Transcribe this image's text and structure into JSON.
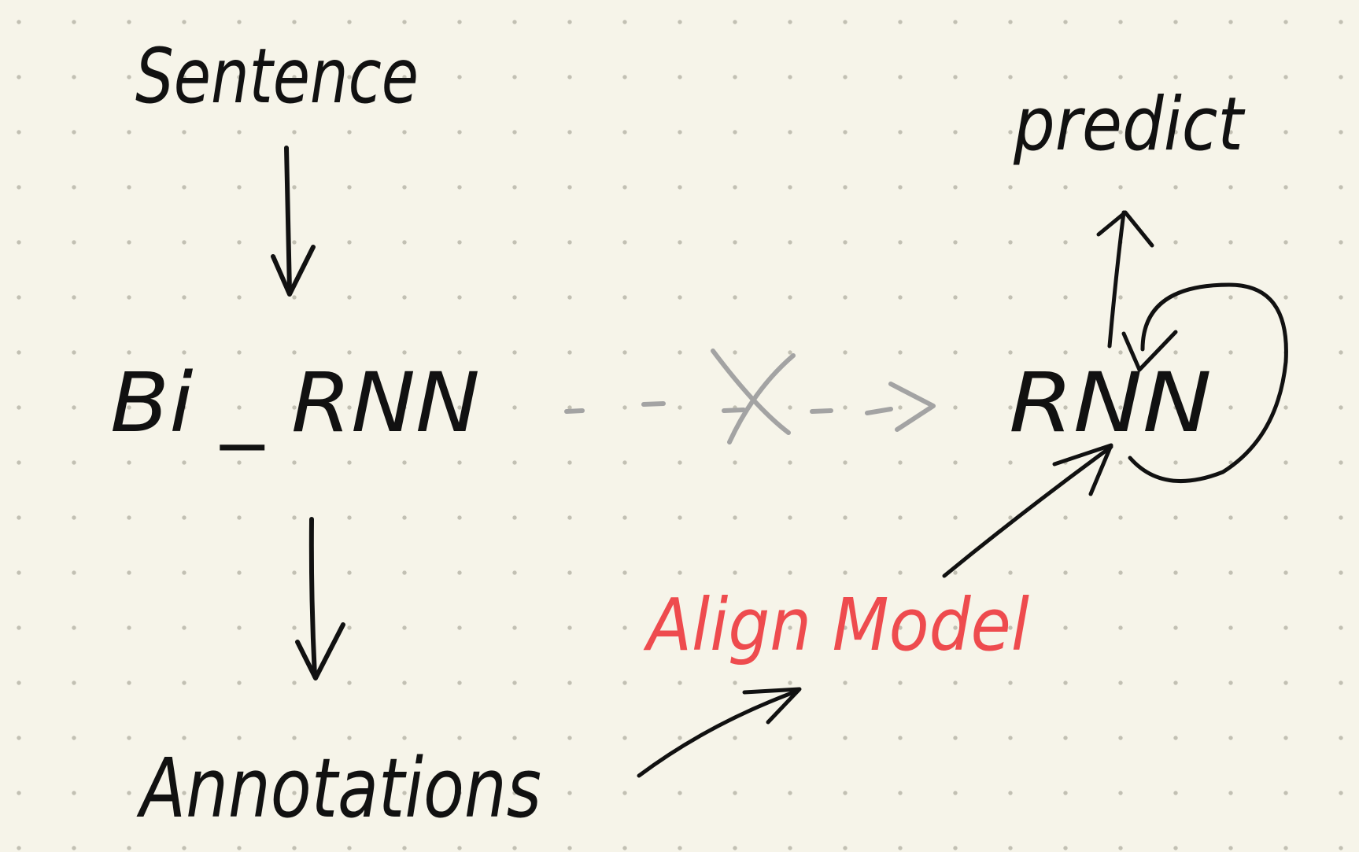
{
  "diagram": {
    "nodes": {
      "sentence": "Sentence",
      "birnn": "Bi _ RNN",
      "annotations": "Annotations",
      "align_model": "Align Model",
      "rnn": "RNN",
      "predict": "predict"
    },
    "colors": {
      "ink": "#111111",
      "crossed_arrow": "#a3a3a3",
      "highlight": "#ee4b4e",
      "paper": "#f6f4e9"
    }
  }
}
